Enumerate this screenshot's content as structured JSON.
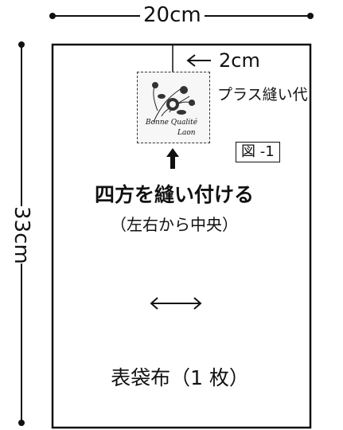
{
  "dimensions": {
    "width_label": "20cm",
    "height_label": "33cm"
  },
  "tag": {
    "text_line1": "Bonne Qualité",
    "text_line2": "Laon"
  },
  "annotations": {
    "offset_label": "2cm",
    "seam_allowance": "プラス縫い代",
    "figure_label": "図 -1",
    "instruction_main": "四方を縫い付ける",
    "instruction_sub": "（左右から中央）",
    "fabric_label": "表袋布（1 枚）"
  }
}
